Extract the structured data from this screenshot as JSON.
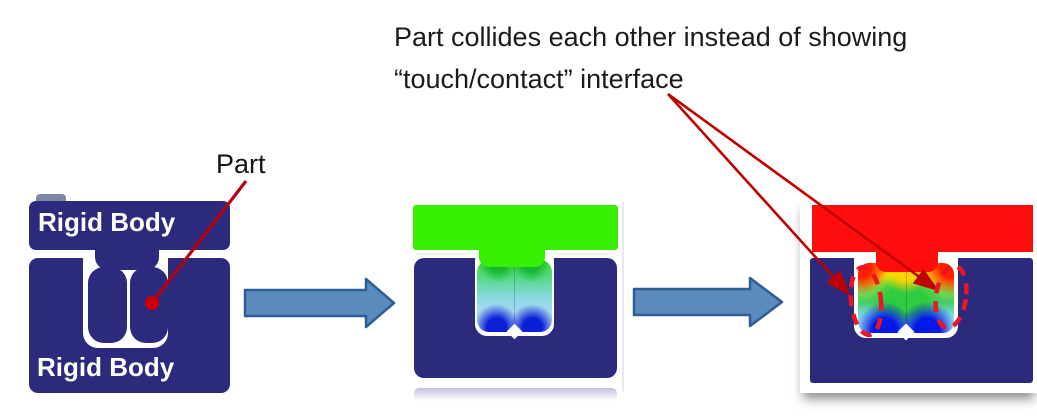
{
  "note": {
    "lines": [
      "Part collides each other instead of showing",
      "“touch/contact” interface"
    ]
  },
  "part_callout": {
    "label": "Part"
  },
  "panels": {
    "initial": {
      "top_body_label": "Rigid Body",
      "bottom_body_label": "Rigid Body"
    }
  },
  "colors": {
    "rigid_body_navy": "#2b2a7d",
    "upper_tool_green": "#37ef02",
    "upper_tool_red": "#fe0d0d",
    "flow_arrow_fill": "#5b8abd",
    "flow_arrow_border": "#2d5d94",
    "annotation_red": "#c00000",
    "collision_highlight_red": "#ee1423",
    "stress_low_blue": "#0418e8",
    "stress_mid_green": "#2ecc40",
    "stress_high_red": "#ff1e00"
  }
}
